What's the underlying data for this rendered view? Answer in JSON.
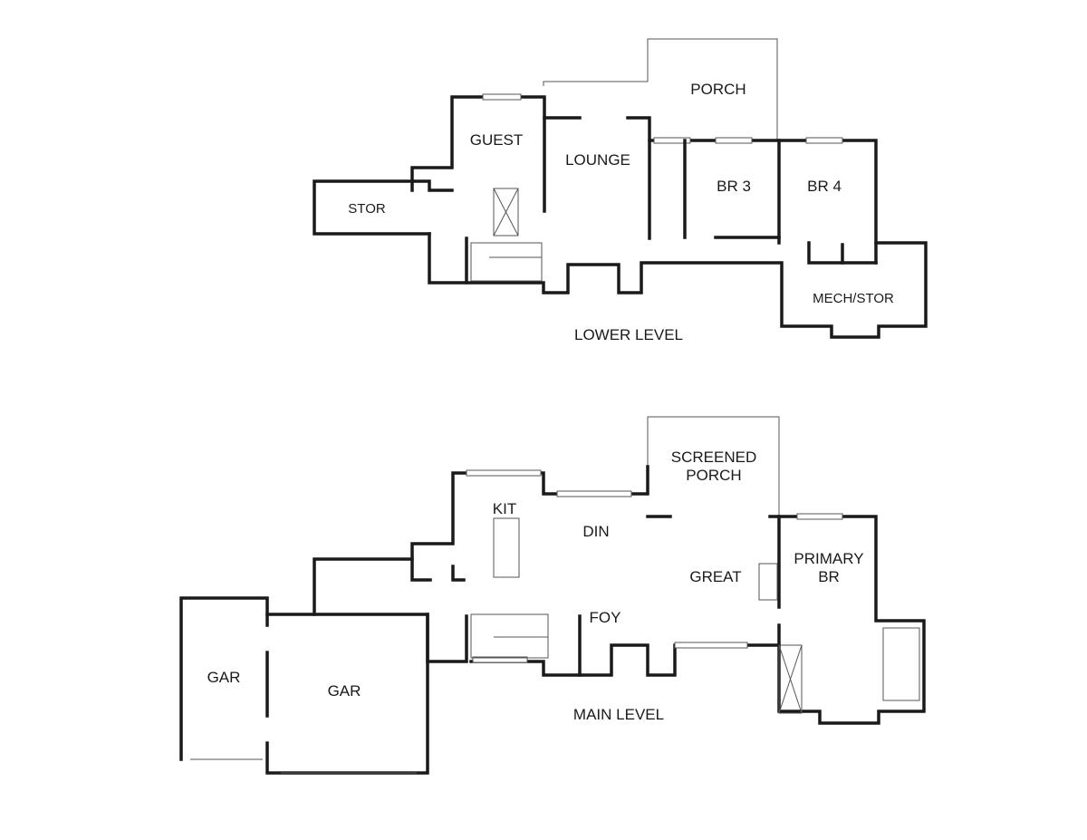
{
  "lower_level": {
    "title": "LOWER LEVEL",
    "rooms": [
      "PORCH",
      "GUEST",
      "LOUNGE",
      "BR 3",
      "BR 4",
      "STOR",
      "MECH/STOR"
    ]
  },
  "main_level": {
    "title": "MAIN LEVEL",
    "rooms": [
      "SCREENED\nPORCH",
      "KIT",
      "DIN",
      "GREAT",
      "PRIMARY\nBR",
      "FOY",
      "GAR",
      "GAR"
    ]
  }
}
